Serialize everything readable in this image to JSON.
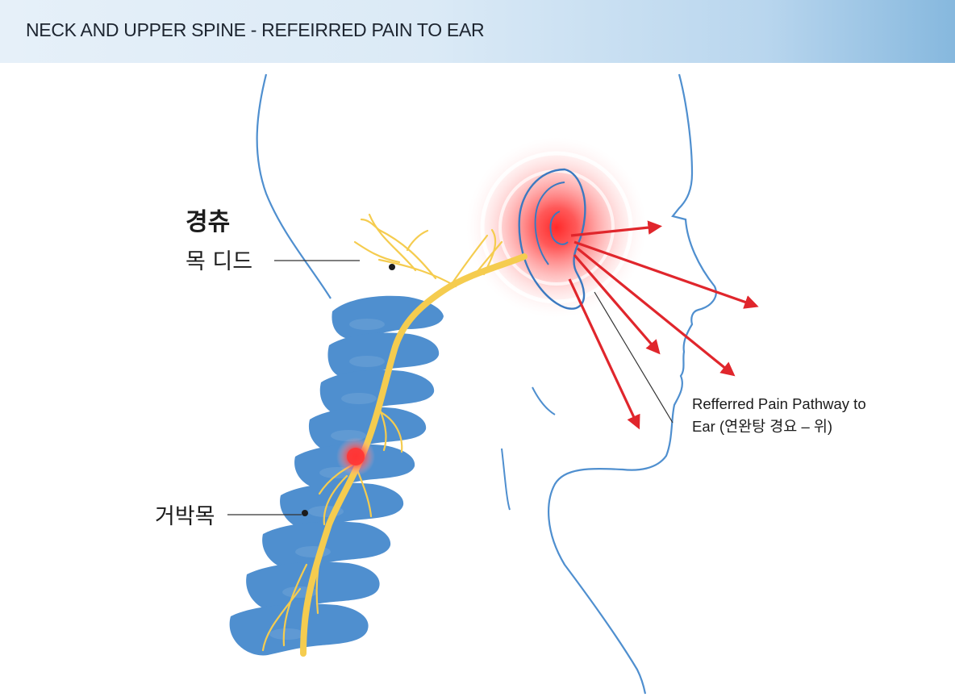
{
  "header": {
    "title": "NECK AND UPPER SPINE - REFEIRRED PAIN TO EAR"
  },
  "labels": {
    "cervical": "경츄",
    "cervical_sub": "목 디드",
    "thoracic": "거박목",
    "pathway_line1": "Refferred Pain Pathway to",
    "pathway_line2": "Ear (연완탕 경요 – 위)"
  },
  "colors": {
    "header_gradient_start": "#e6f0f9",
    "header_gradient_end": "#86b8de",
    "outline": "#4f8fcf",
    "vertebra": "#4f8fcf",
    "nerve": "#f5cc4f",
    "pain": "#e8232a",
    "arrow": "#e0262c"
  },
  "icons": [
    "ear-icon",
    "pain-hotspot-icon",
    "arrow-icon"
  ]
}
